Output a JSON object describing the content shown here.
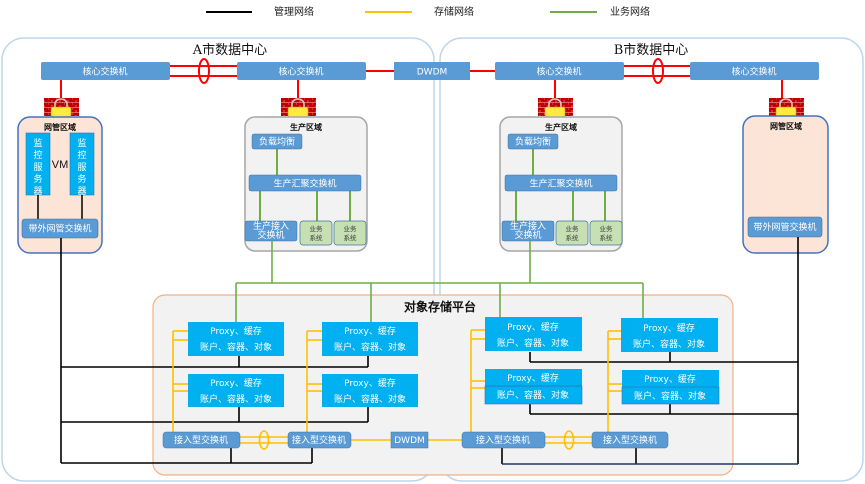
{
  "legend": [
    {
      "label": "管理网络",
      "color": "#000000"
    },
    {
      "label": "存储网络",
      "color": "#FFC000"
    },
    {
      "label": "业务网络",
      "color": "#70AD47"
    }
  ],
  "colors": {
    "core_switch": "#5B9BD5",
    "core_link": "#FF0000",
    "storage_node": "#00B0F0",
    "mgmt_zone_bg": "#FCE4D6",
    "prod_zone_bg": "#F2F2F2",
    "biz_system_bg": "#C6E0B4",
    "platform_border": "#F4B183",
    "dc_border": "#BDD7EE"
  },
  "datacenters": [
    {
      "title": "A市数据中心",
      "core_switches": [
        "核心交换机",
        "核心交换机"
      ],
      "mgmt_zone": {
        "title": "网管区域",
        "servers": [
          "监控服务器",
          "监控服务器"
        ],
        "vm_label": "VM",
        "switch": "带外网管交换机"
      },
      "prod_zone": {
        "title": "生产区域",
        "load_balancer": "负载均衡",
        "aggregation_switch": "生产汇聚交换机",
        "access_switch": "生产接入交换机",
        "biz_systems": [
          "业务系统",
          "业务系统"
        ]
      }
    },
    {
      "title": "B市数据中心",
      "core_switches": [
        "核心交换机",
        "核心交换机"
      ],
      "mgmt_zone": {
        "title": "网管区域",
        "switch": "带外网管交换机"
      },
      "prod_zone": {
        "title": "生产区域",
        "load_balancer": "负载均衡",
        "aggregation_switch": "生产汇聚交换机",
        "access_switch": "生产接入交换机",
        "biz_systems": [
          "业务系统",
          "业务系统"
        ]
      }
    }
  ],
  "dwdm_core": "DWDM",
  "platform": {
    "title": "对象存储平台",
    "nodes": [
      {
        "line1": "Proxy、缓存",
        "line2": "账户、容器、对象"
      },
      {
        "line1": "Proxy、缓存",
        "line2": "账户、容器、对象"
      },
      {
        "line1": "Proxy、缓存",
        "line2": "账户、容器、对象"
      },
      {
        "line1": "Proxy、缓存",
        "line2": "账户、容器、对象"
      },
      {
        "line1": "Proxy、缓存",
        "line2": "账户、容器、对象"
      },
      {
        "line1": "Proxy、缓存",
        "line2": "账户、容器、对象"
      },
      {
        "line1": "Proxy、缓存",
        "line2": "账户、容器、对象"
      },
      {
        "line1": "Proxy、缓存",
        "line2": "账户、容器、对象"
      }
    ],
    "access_switches": [
      "接入型交换机",
      "接入型交换机",
      "接入型交换机",
      "接入型交换机"
    ],
    "dwdm": "DWDM"
  }
}
